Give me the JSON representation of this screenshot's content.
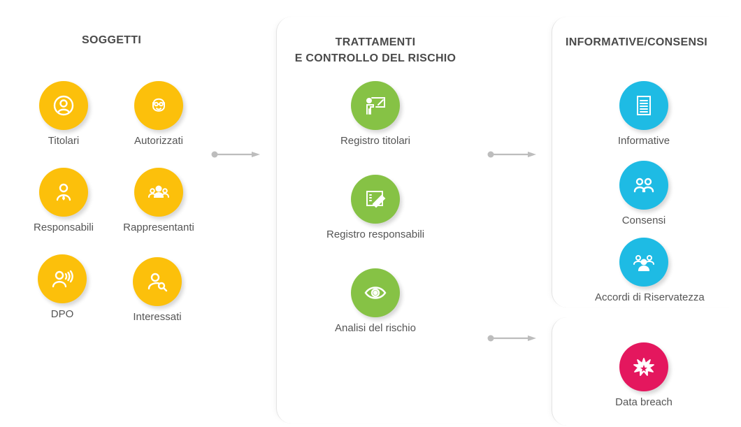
{
  "columns": {
    "soggetti": {
      "heading": "SOGGETTI",
      "items": [
        {
          "label": "Titolari",
          "icon": "person-circle-icon"
        },
        {
          "label": "Autorizzati",
          "icon": "bearded-face-icon"
        },
        {
          "label": "Responsabili",
          "icon": "person-tie-icon"
        },
        {
          "label": "Rappresentanti",
          "icon": "group-icon"
        },
        {
          "label": "DPO",
          "icon": "person-signal-icon"
        },
        {
          "label": "Interessati",
          "icon": "person-search-icon"
        }
      ]
    },
    "trattamenti": {
      "heading_line1": "TRATTAMENTI",
      "heading_line2": "E CONTROLLO DEL RISCHIO",
      "items": [
        {
          "label": "Registro titolari",
          "icon": "presenter-board-icon"
        },
        {
          "label": "Registro responsabili",
          "icon": "document-pen-icon"
        },
        {
          "label": "Analisi del rischio",
          "icon": "eye-icon"
        }
      ]
    },
    "informative": {
      "heading": "INFORMATIVE/CONSENSI",
      "items": [
        {
          "label": "Informative",
          "icon": "document-list-icon"
        },
        {
          "label": "Consensi",
          "icon": "two-people-icon"
        },
        {
          "label": "Accordi di Riservatezza",
          "icon": "three-people-icon"
        }
      ]
    },
    "breach": {
      "items": [
        {
          "label": "Data breach",
          "icon": "explosion-icon"
        }
      ]
    }
  },
  "colors": {
    "soggetti": "#fcc00b",
    "trattamenti": "#86c245",
    "informative": "#1ebbe4",
    "breach": "#e4175e",
    "arrow": "#bdbdbd"
  }
}
